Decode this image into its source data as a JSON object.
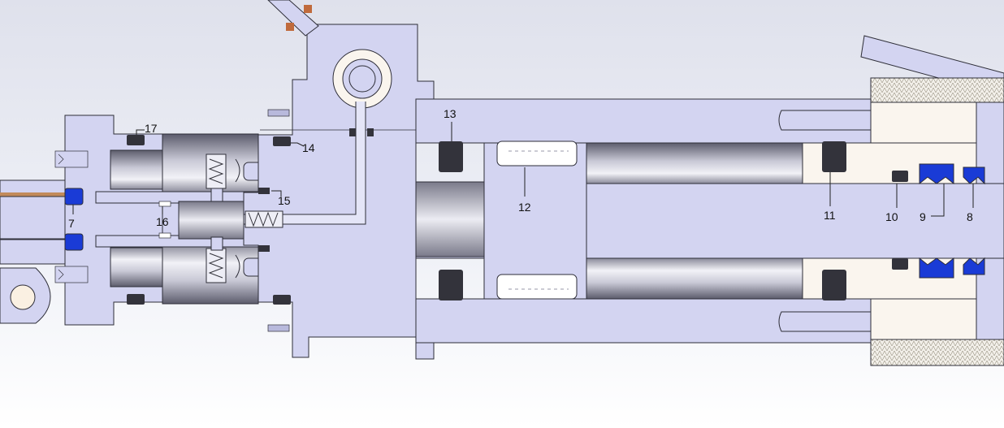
{
  "callouts": {
    "c7": "7",
    "c8": "8",
    "c9": "9",
    "c10": "10",
    "c11": "11",
    "c12": "12",
    "c13": "13",
    "c14": "14",
    "c15": "15",
    "c16": "16",
    "c17": "17"
  },
  "colors": {
    "body": "#d3d4f1",
    "body_dark": "#b8b9dc",
    "bore_shade": "#6b6b7d",
    "seal_black": "#33333b",
    "seal_blue": "#1a3bd6",
    "bushing": "#faf5ee",
    "edge": "#2e2e38"
  }
}
